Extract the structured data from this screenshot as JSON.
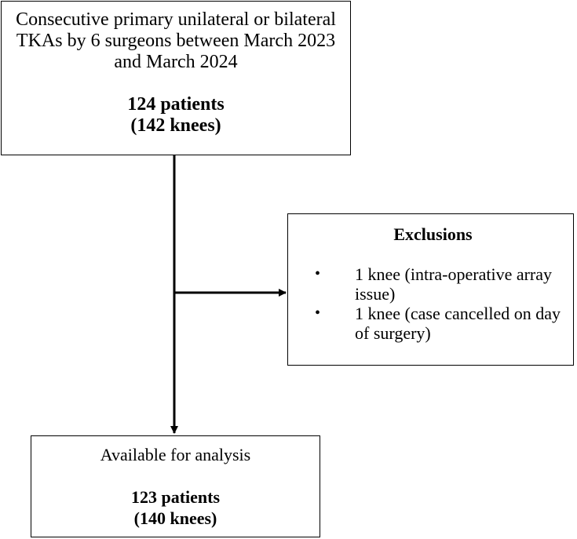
{
  "top_box": {
    "description": "Consecutive primary unilateral or bilateral TKAs by 6 surgeons between March 2023 and March 2024",
    "patients": "124 patients",
    "knees": "(142 knees)"
  },
  "exclusions_box": {
    "title": "Exclusions",
    "items": [
      "1 knee (intra-operative array issue)",
      "1 knee (case cancelled on day of surgery)"
    ],
    "bullet_glyph": "•"
  },
  "bottom_box": {
    "description": "Available for analysis",
    "patients": "123 patients",
    "knees": "(140 knees)"
  },
  "colors": {
    "line": "#000000",
    "background": "#ffffff"
  }
}
